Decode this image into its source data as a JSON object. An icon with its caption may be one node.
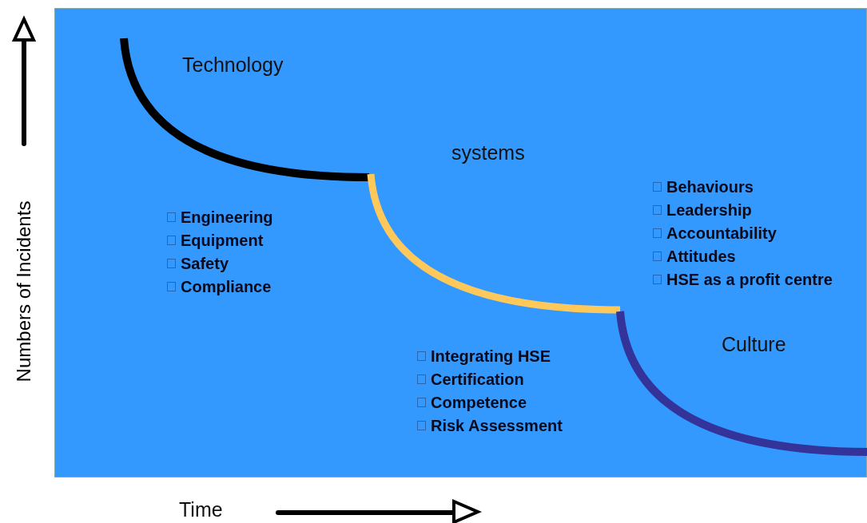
{
  "diagram": {
    "labels": [
      "Numbers of Incidents",
      "Technology",
      "systems",
      "Behaviours",
      "Leadership",
      "Accountability",
      "Attitudes",
      "HSE as a profit centre",
      "Engineering",
      "Equipment",
      "Safety",
      "Compliance",
      "Culture",
      "Integrating HSE",
      "Certification",
      "Competence",
      "Risk Assessment",
      "Time"
    ]
  }
}
